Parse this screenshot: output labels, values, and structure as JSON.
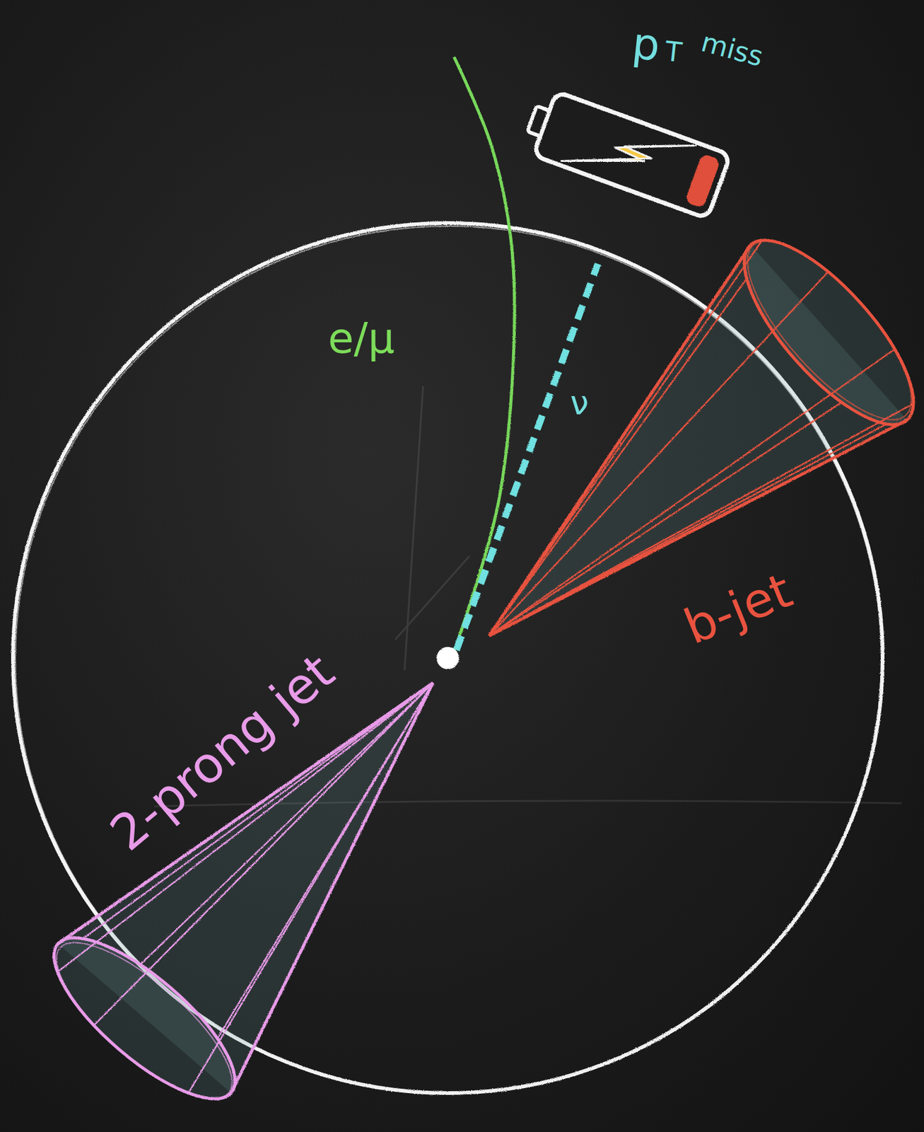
{
  "diagram": {
    "labels": [
      "p",
      "T",
      "miss",
      "e/μ",
      "ν",
      "b-jet",
      "2-prong jet"
    ]
  }
}
